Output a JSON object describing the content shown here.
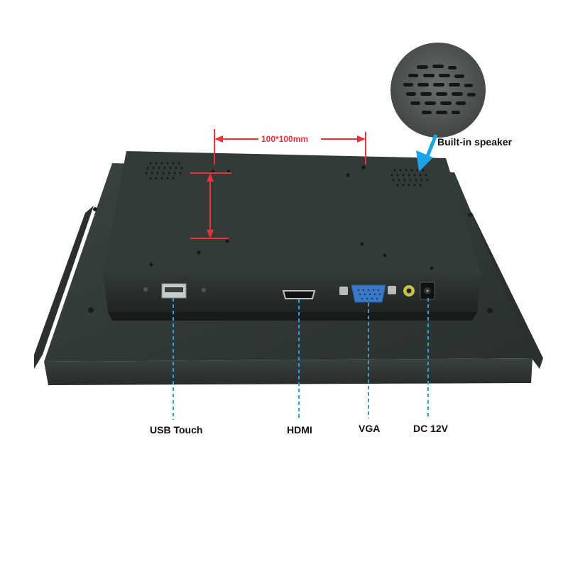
{
  "title": "",
  "dimension": {
    "label": "100*100mm"
  },
  "callouts": {
    "speaker": "Built-in speaker",
    "usb": "USB Touch",
    "hdmi": "HDMI",
    "vga": "VGA",
    "dc": "DC 12V"
  },
  "colors": {
    "dimension_red": "#e8323c",
    "leader_blue": "#2f9be0",
    "arrow_cyan": "#1aa3e8",
    "panel_dark": "#2b322e",
    "port_vga_blue": "#3a78c8"
  },
  "icons": [
    "speaker-grille-icon",
    "usb-port-icon",
    "hdmi-port-icon",
    "vga-port-icon",
    "audio-jack-icon",
    "dc-jack-icon"
  ]
}
